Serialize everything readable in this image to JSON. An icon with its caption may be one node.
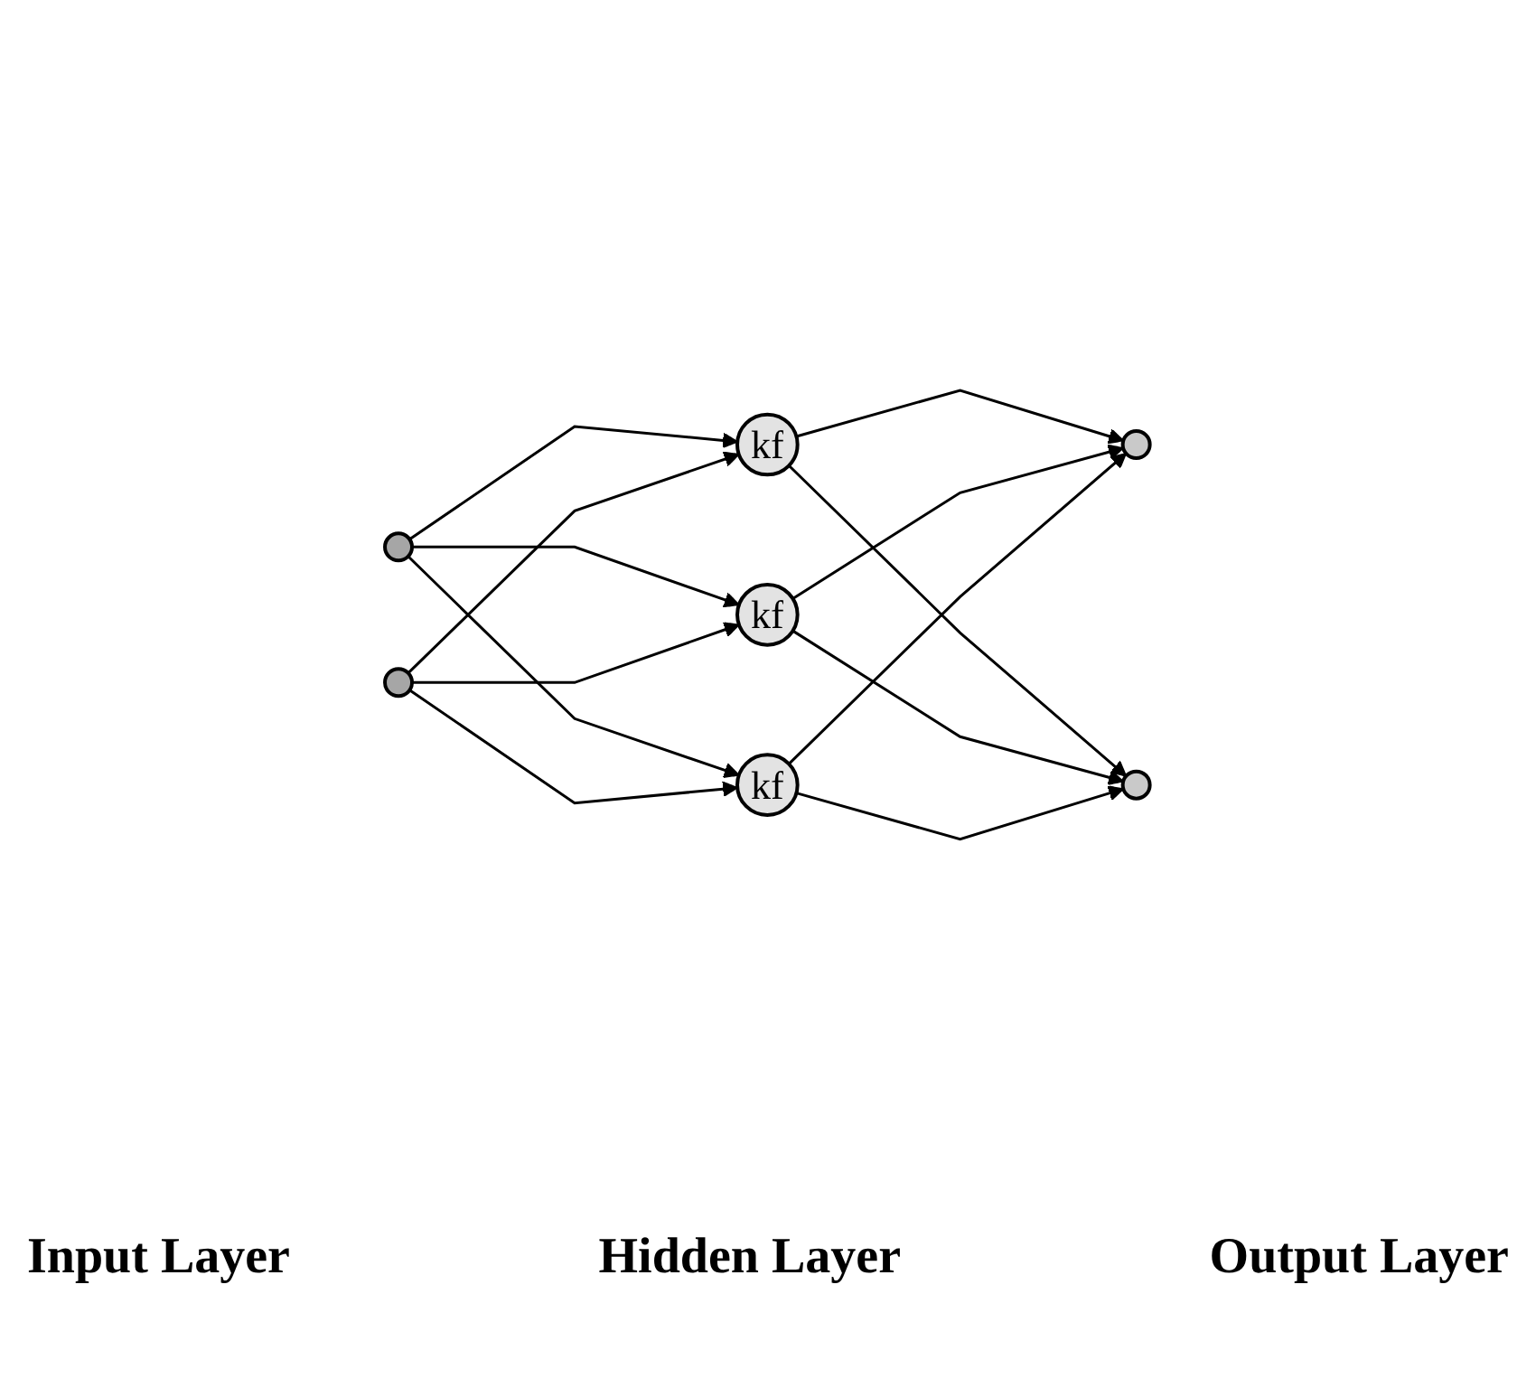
{
  "diagram": {
    "nodes": [
      {
        "text": [],
        "shape": "circle"
      },
      {
        "text": [],
        "shape": "circle"
      },
      {
        "text": [
          "kf"
        ]
      },
      {
        "text": [
          "kf"
        ]
      },
      {
        "text": [
          "kf"
        ]
      },
      {
        "text": [],
        "shape": "circle"
      },
      {
        "text": [],
        "shape": "circle"
      }
    ],
    "edges": [
      {
        "from": 0,
        "to": 2,
        "arrow": "to"
      },
      {
        "from": 0,
        "to": 3,
        "arrow": "to"
      },
      {
        "from": 0,
        "to": 4,
        "arrow": "to"
      },
      {
        "from": 1,
        "to": 2,
        "arrow": "to"
      },
      {
        "from": 1,
        "to": 3,
        "arrow": "to"
      },
      {
        "from": 1,
        "to": 4,
        "arrow": "to"
      },
      {
        "from": 2,
        "to": 5,
        "arrow": "to"
      },
      {
        "from": 2,
        "to": 6,
        "arrow": "to"
      },
      {
        "from": 3,
        "to": 5,
        "arrow": "to"
      },
      {
        "from": 3,
        "to": 6,
        "arrow": "to"
      },
      {
        "from": 4,
        "to": 5,
        "arrow": "to"
      },
      {
        "from": 4,
        "to": 6,
        "arrow": "to"
      }
    ],
    "labels": [
      "Input Layer",
      "Hidden Layer",
      "Output Layer"
    ]
  }
}
